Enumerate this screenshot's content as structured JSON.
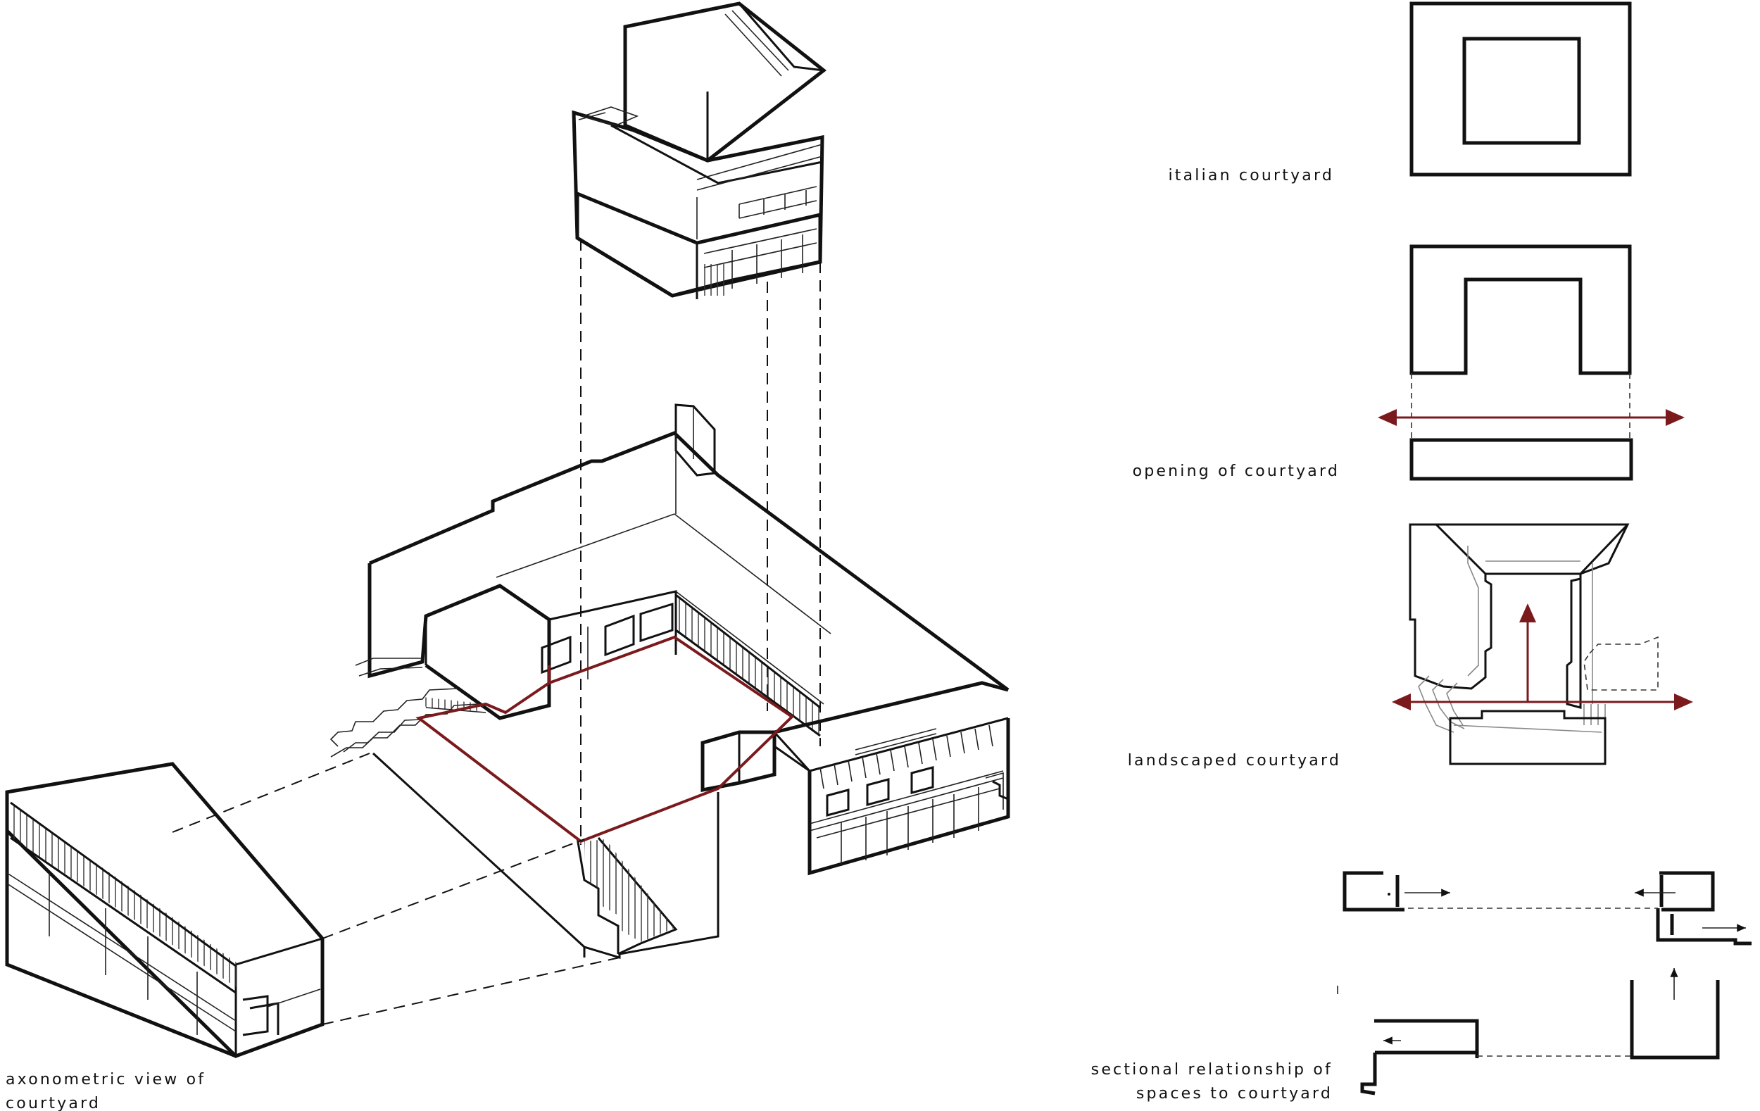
{
  "labels": {
    "axonometric_line1": "axonometric view of",
    "axonometric_line2": "courtyard",
    "italian": "italian courtyard",
    "opening": "opening of courtyard",
    "landscaped": "landscaped courtyard",
    "sectional_line1": "sectional relationship of",
    "sectional_line2": "spaces to courtyard"
  },
  "colors": {
    "line": "#111111",
    "accent_red": "#7a1a1d",
    "background": "#ffffff"
  }
}
